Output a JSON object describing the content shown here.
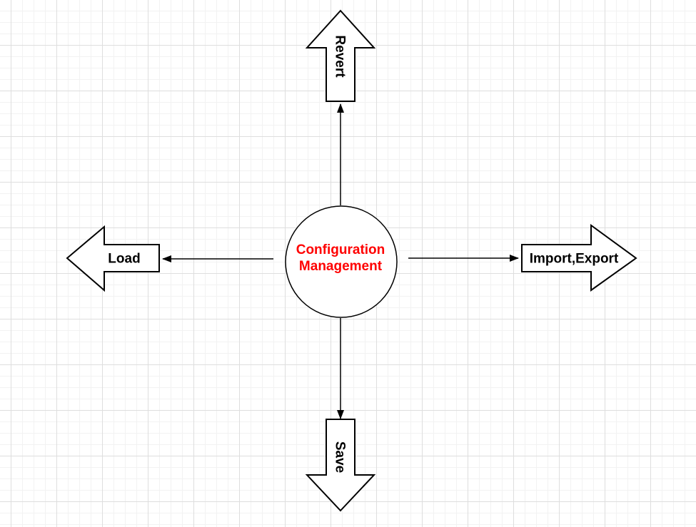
{
  "colors": {
    "canvas_bg": "#ffffff",
    "grid_minor": "#f2f2f2",
    "grid_major": "#dedede",
    "shape_fill": "#ffffff",
    "shape_stroke": "#000000",
    "label_color": "#000000",
    "center_label_color": "#ff0000"
  },
  "diagram": {
    "center": {
      "shape": "circle",
      "lines": [
        "Configuration",
        "Management"
      ]
    },
    "arrows": {
      "up": {
        "label": "Revert",
        "direction": "up"
      },
      "right": {
        "label": "Import,Export",
        "direction": "right"
      },
      "down": {
        "label": "Save",
        "direction": "down"
      },
      "left": {
        "label": "Load",
        "direction": "left"
      }
    }
  }
}
